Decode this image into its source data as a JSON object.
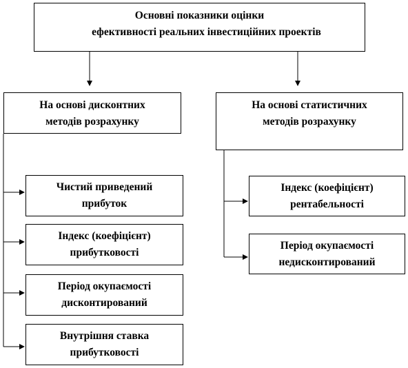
{
  "root": {
    "line1": "Основні показники оцінки",
    "line2": "ефективності реальних інвестиційних проектів"
  },
  "left_group": {
    "line1": "На основі дисконтних",
    "line2": "методів розрахунку",
    "items": [
      {
        "line1": "Чистий приведений",
        "line2": "прибуток"
      },
      {
        "line1": "Індекс (коефіцієнт)",
        "line2": "прибутковості"
      },
      {
        "line1": "Період окупаємості",
        "line2": "дисконтирований"
      },
      {
        "line1": "Внутрішня ставка",
        "line2": "прибутковості"
      }
    ]
  },
  "right_group": {
    "line1": "На основі статистичних",
    "line2": "методів розрахунку",
    "items": [
      {
        "line1": "Індекс (коефіцієнт)",
        "line2": "рентабельності"
      },
      {
        "line1": "Період окупаємості",
        "line2": "недисконтирований"
      }
    ]
  }
}
